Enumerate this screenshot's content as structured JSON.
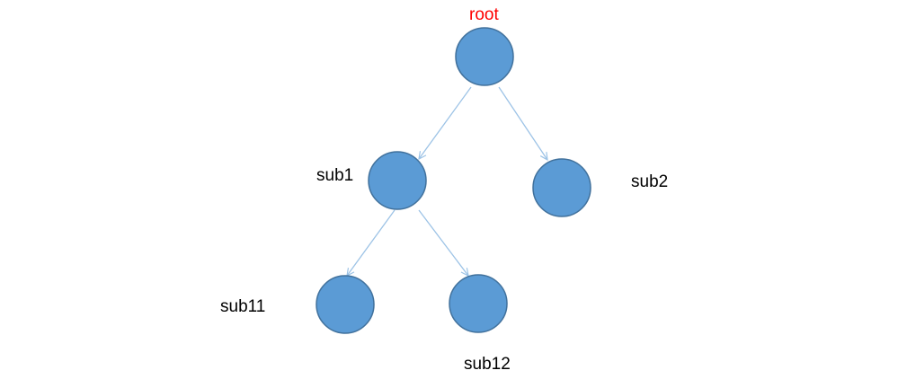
{
  "colors": {
    "node_fill": "#5b9bd5",
    "node_stroke": "#41719c",
    "edge": "#9dc3e6",
    "root_label": "#ff0000",
    "label": "#000000"
  },
  "nodes": {
    "root": {
      "label": "root"
    },
    "sub1": {
      "label": "sub1"
    },
    "sub2": {
      "label": "sub2"
    },
    "sub11": {
      "label": "sub11"
    },
    "sub12": {
      "label": "sub12"
    }
  },
  "edges": [
    {
      "from": "root",
      "to": "sub1"
    },
    {
      "from": "root",
      "to": "sub2"
    },
    {
      "from": "sub1",
      "to": "sub11"
    },
    {
      "from": "sub1",
      "to": "sub12"
    }
  ]
}
